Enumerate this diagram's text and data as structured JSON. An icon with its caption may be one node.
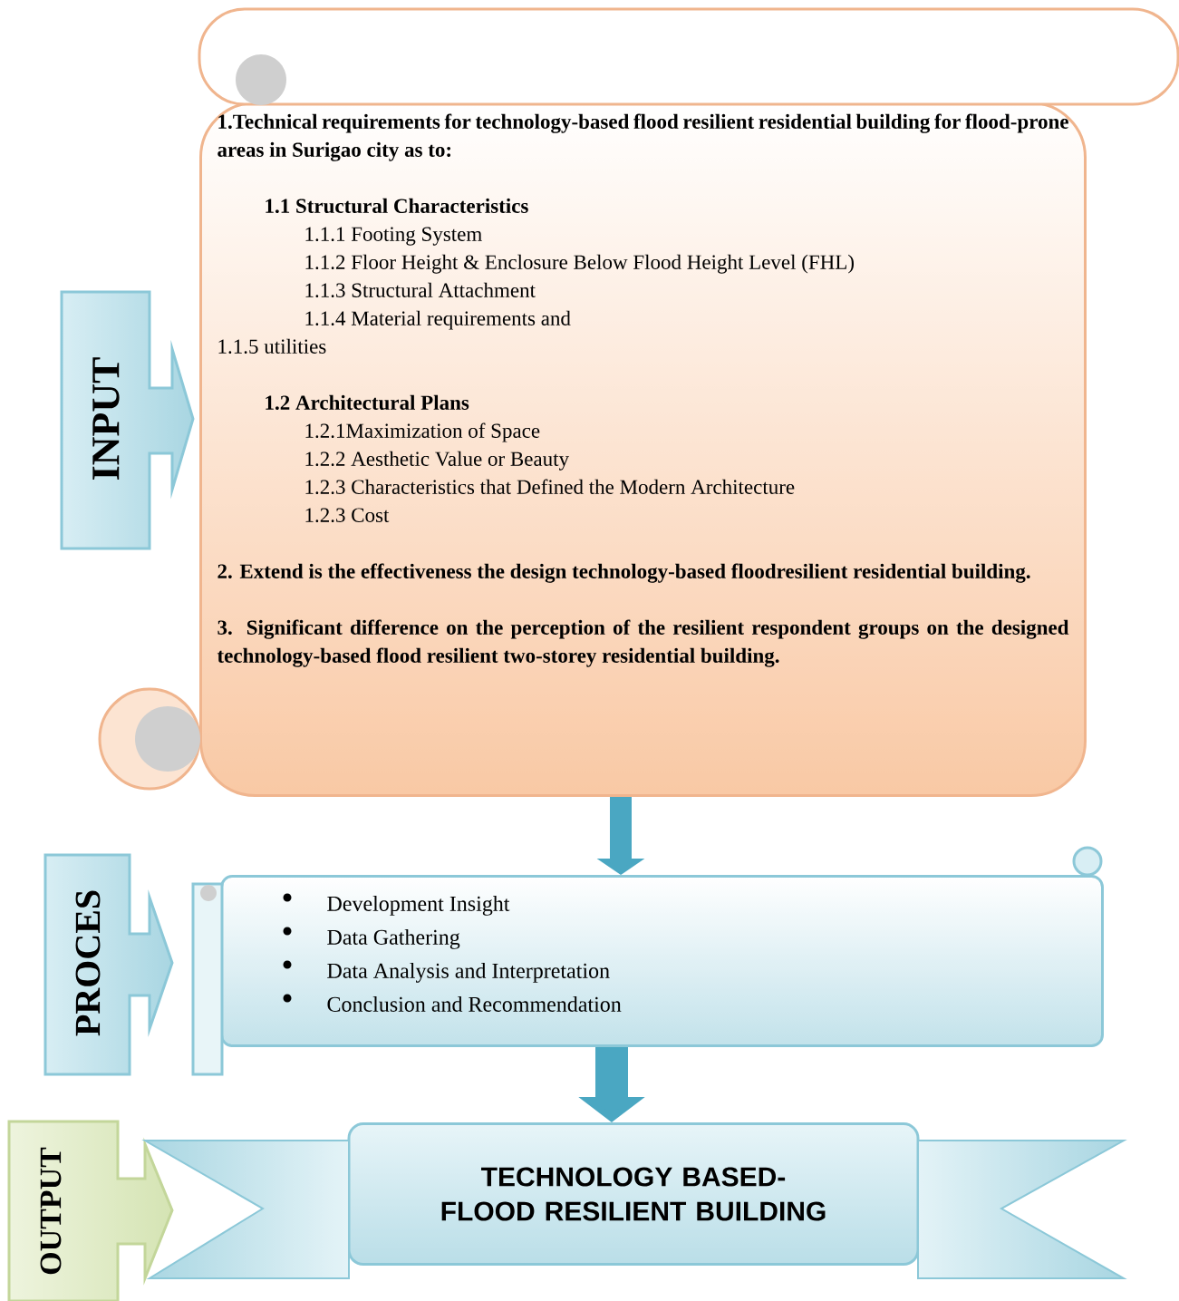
{
  "diagram": {
    "nodes": [
      {
        "text": [
          "INPUT"
        ]
      },
      {
        "text": [
          "1.Technical requirements for technology-based flood resilient residential building for flood-prone areas in Surigao city as to:",
          "1.1 Structural Characteristics",
          "1.1.1 Footing System",
          "1.1.2 Floor Height & Enclosure Below Flood Height Level (FHL)",
          "1.1.3 Structural Attachment",
          "1.1.4 Material requirements and",
          "1.1.5 utilities",
          "1.2 Architectural Plans",
          "1.2.1Maximization of Space",
          "1.2.2 Aesthetic Value or Beauty",
          "1.2.3 Characteristics that Defined the Modern Architecture",
          "1.2.3 Cost",
          "2. Extend is the effectiveness the design technology-based floodresilient residential building.",
          "3. Significant difference on the perception of the resilient respondent groups on the designed technology-based flood resilient two-storey residential building."
        ]
      },
      {
        "text": [
          "PROCES"
        ]
      },
      {
        "text": [
          "Development Insight",
          "Data Gathering",
          "Data Analysis and Interpretation",
          "Conclusion and Recommendation"
        ]
      },
      {
        "text": [
          "OUTPUT"
        ]
      },
      {
        "text": [
          "TECHNOLOGY BASED- FLOOD RESILIENT BUILDING"
        ]
      }
    ],
    "edges": [
      {
        "from": 1,
        "to": 3,
        "arrow": "to"
      },
      {
        "from": 3,
        "to": 5,
        "arrow": "to"
      }
    ]
  }
}
